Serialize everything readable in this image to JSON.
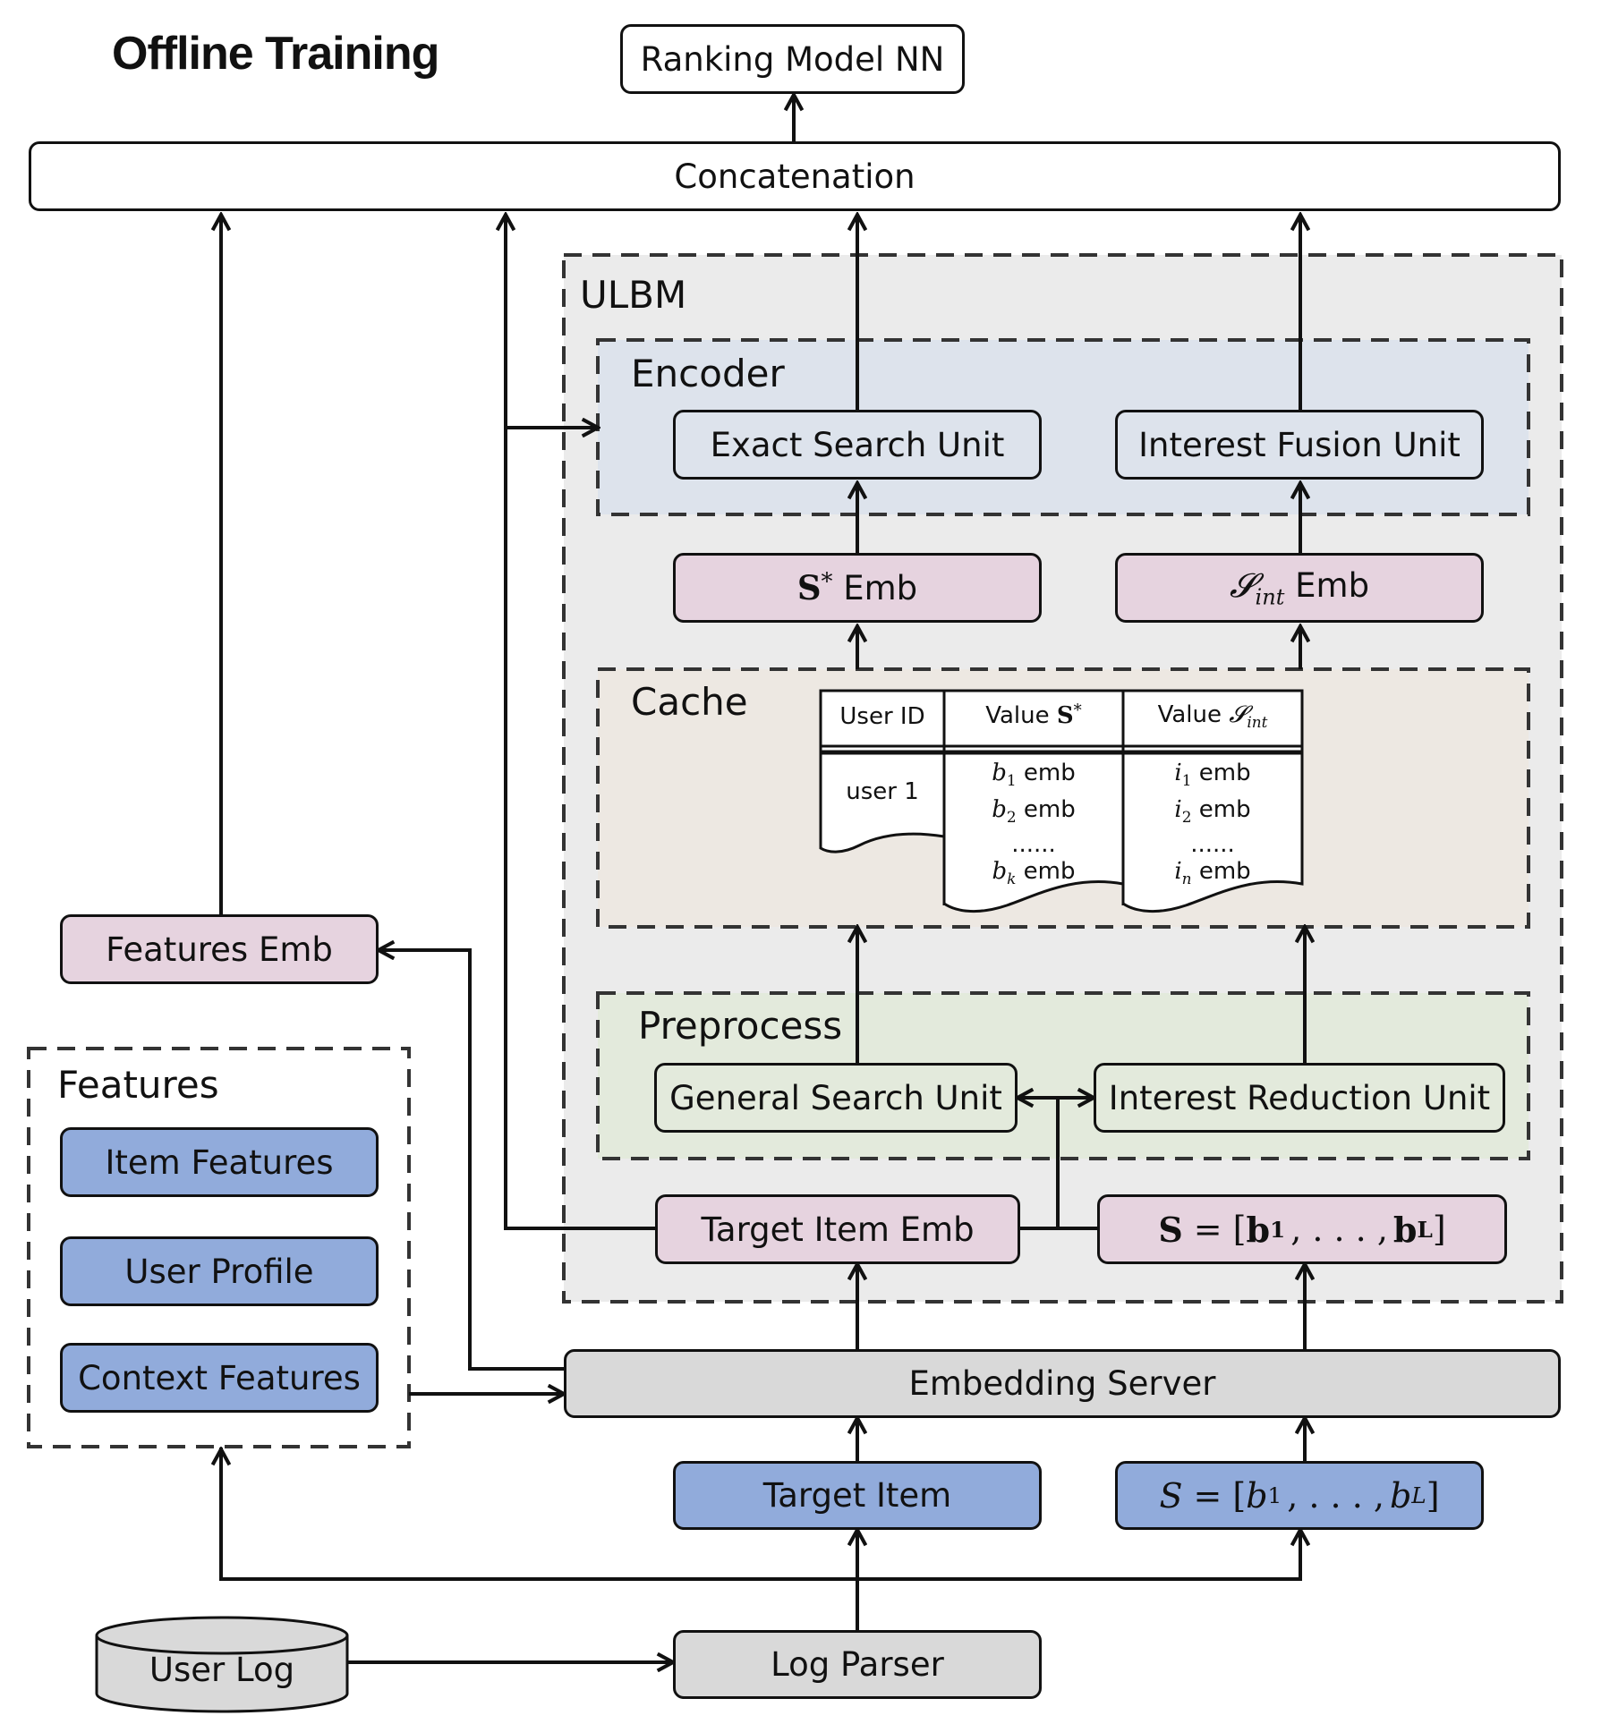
{
  "title": "Offline Training",
  "ranking_model": "Ranking Model NN",
  "concatenation": "Concatenation",
  "ulbm": {
    "label": "ULBM",
    "encoder": {
      "label": "Encoder",
      "exact_search_unit": "Exact Search Unit",
      "interest_fusion_unit": "Interest Fusion Unit"
    },
    "s_star_emb": {
      "symbol": "S",
      "sup": "*",
      "suffix": "Emb"
    },
    "s_int_emb": {
      "symbol": "𝓢",
      "sub": "int",
      "suffix": "Emb"
    },
    "cache": {
      "label": "Cache",
      "headers": [
        "User ID",
        "Value",
        "Value"
      ],
      "header_symbols": [
        {
          "symbol": "S",
          "sup": "*"
        },
        {
          "symbol": "𝓢",
          "sub": "int"
        }
      ],
      "user_col": "user 1",
      "b_col": [
        {
          "sym": "b",
          "sub": "1",
          "text": "emb"
        },
        {
          "sym": "b",
          "sub": "2",
          "text": "emb"
        },
        {
          "sym": "",
          "sub": "",
          "text": "......"
        },
        {
          "sym": "b",
          "sub": "k",
          "text": "emb"
        }
      ],
      "i_col": [
        {
          "sym": "i",
          "sub": "1",
          "text": "emb"
        },
        {
          "sym": "i",
          "sub": "2",
          "text": "emb"
        },
        {
          "sym": "",
          "sub": "",
          "text": "......"
        },
        {
          "sym": "i",
          "sub": "n",
          "text": "emb"
        }
      ]
    },
    "preprocess": {
      "label": "Preprocess",
      "general_search_unit": "General Search Unit",
      "interest_reduction_unit": "Interest Reduction Unit"
    },
    "target_item_emb": "Target Item Emb",
    "s_seq_emb": {
      "lhs": "S",
      "eq": "=",
      "open": "[",
      "first": "b",
      "first_sub": "1",
      "dots": ", . . . ,",
      "last": "b",
      "last_sub": "L",
      "close": "]"
    }
  },
  "features_emb": "Features Emb",
  "features": {
    "label": "Features",
    "items": [
      "Item Features",
      "User Profile",
      "Context Features"
    ]
  },
  "embedding_server": "Embedding Server",
  "target_item": "Target Item",
  "s_seq": {
    "lhs": "S",
    "eq": "=",
    "open": "[",
    "first": "b",
    "first_sub": "1",
    "dots": ", . . . ,",
    "last": "b",
    "last_sub": "L",
    "close": "]"
  },
  "user_log": "User Log",
  "log_parser": "Log Parser",
  "colors": {
    "pink": "#e6d3df",
    "blue": "#91abdb",
    "grey": "#d9d9d9",
    "ulbm_bg": "#ebebeb",
    "encoder_bg": "#dde3ec",
    "cache_bg": "#ede8e2",
    "preprocess_bg": "#e3eadc"
  }
}
